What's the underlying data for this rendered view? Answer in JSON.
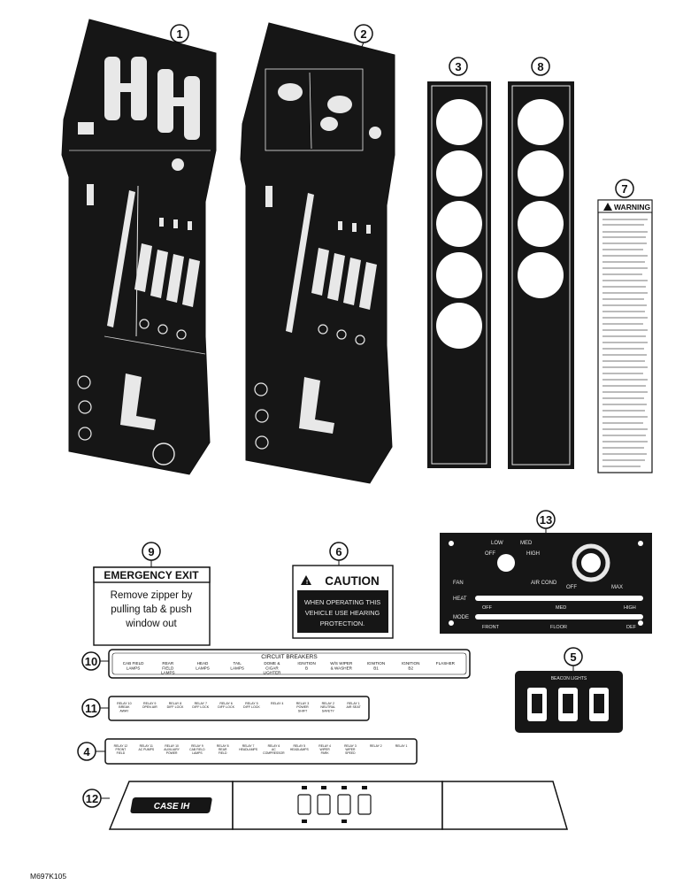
{
  "colors": {
    "ink": "#111111",
    "paper": "#ffffff",
    "decal": "#161616",
    "decal_light": "#e8e8e8"
  },
  "callouts": [
    "1",
    "2",
    "3",
    "8",
    "7",
    "9",
    "6",
    "13",
    "10",
    "5",
    "11",
    "4",
    "12"
  ],
  "decal_9": {
    "title": "EMERGENCY EXIT",
    "line1": "Remove zipper by",
    "line2": "pulling tab & push",
    "line3": "window out"
  },
  "decal_6": {
    "title": "CAUTION",
    "line1": "WHEN OPERATING THIS",
    "line2": "VEHICLE USE HEARING",
    "line3": "PROTECTION."
  },
  "decal_7": {
    "title": "WARNING"
  },
  "decal_13": {
    "off": "OFF",
    "low": "LOW",
    "med": "MED",
    "high": "HIGH",
    "fan": "FAN",
    "air_cond": "AIR COND",
    "heat": "HEAT",
    "mode": "MODE",
    "heat_off": "OFF",
    "heat_med": "MED",
    "heat_high": "HIGH",
    "mode_front": "FRONT",
    "mode_floor": "FLOOR",
    "mode_def": "DEF",
    "temp_off": "OFF",
    "temp_max": "MAX"
  },
  "decal_10": {
    "heading": "CIRCUIT BREAKERS",
    "labels": [
      "CAB FIELD LAMPS",
      "REAR FIELD LAMPS",
      "HEAD LAMPS",
      "TAIL LAMPS",
      "DOME & CIGAR LIGHTER",
      "IGNITION B",
      "W/S WIPER & WASHER",
      "IGNITION B1",
      "IGNITION B2",
      "FLASHER"
    ]
  },
  "decal_11": {
    "labels": [
      "RELAY 10 BREAK AWAY",
      "RELAY 9 OPEN AIR",
      "RELAY 8 DIFF LOCK",
      "RELAY 7 DIFF LOCK",
      "RELAY 6 DIFF LOCK",
      "RELAY 5 DIFF LOCK",
      "RELAY 4",
      "RELAY 3 POWER SHIFT",
      "RELAY 2 NEUTRAL SAFETY",
      "RELAY 1 AIR SEAT"
    ]
  },
  "decal_4": {
    "labels": [
      "RELAY 12 FRONT FIELD LAMPS",
      "RELAY 11 AC PUMPS",
      "RELAY 10 AUXILIARY POWER",
      "RELAY 9 CAB FIELD LAMPS",
      "RELAY 8 REAR FIELD LAMPS",
      "RELAY 7 HEADLAMPS",
      "RELAY 6 AC COMPRESSOR",
      "RELAY 5 HEADLAMPS",
      "RELAY 4 WIPER PARK",
      "RELAY 3 WIPER SPEED",
      "RELAY 2",
      "RELAY 1"
    ]
  },
  "decal_5": {
    "heading": "BEACON LIGHTS"
  },
  "decal_12": {
    "logo": "CASE IH"
  },
  "figure_code": "M697K105"
}
